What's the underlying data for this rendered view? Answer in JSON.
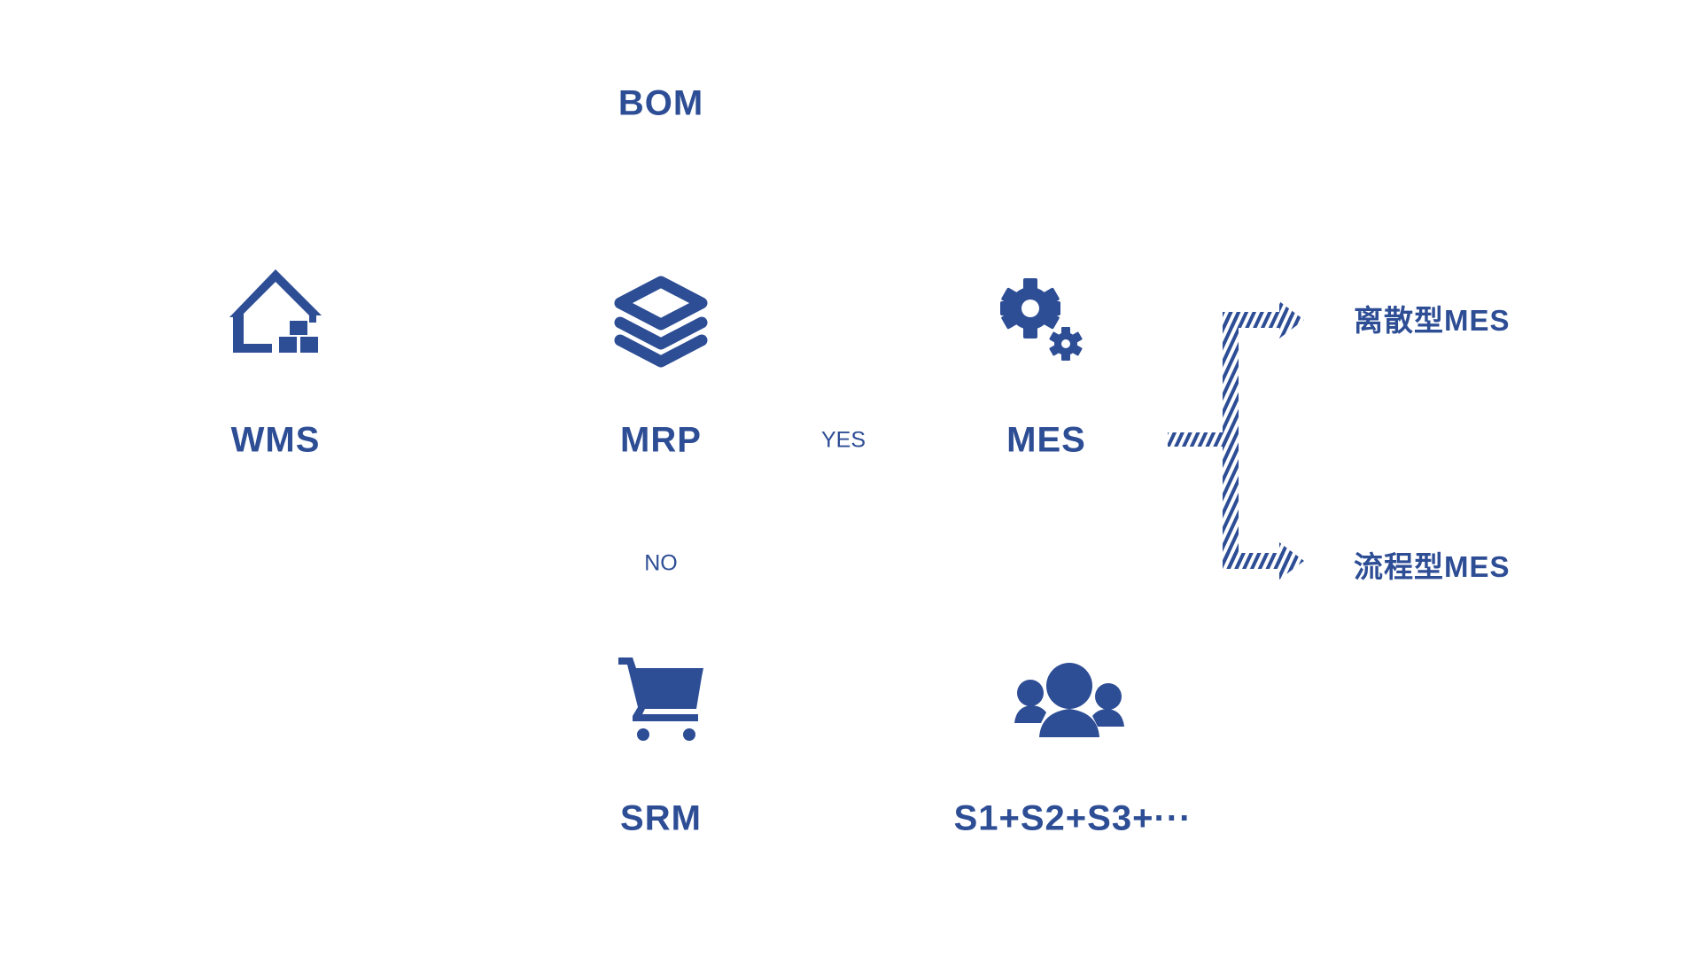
{
  "diagram": {
    "accent_color": "#2d4d95",
    "nodes": [
      {
        "id": "bom",
        "label": "BOM"
      },
      {
        "id": "wms",
        "label": "WMS",
        "icon": "warehouse-icon"
      },
      {
        "id": "mrp",
        "label": "MRP",
        "icon": "layers-icon"
      },
      {
        "id": "mes",
        "label": "MES",
        "icon": "gears-icon"
      },
      {
        "id": "srm",
        "label": "SRM",
        "icon": "shopping-cart-icon"
      },
      {
        "id": "suppliers",
        "label": "S1+S2+S3+···",
        "icon": "users-group-icon"
      }
    ],
    "decisions": {
      "yes": "YES",
      "no": "NO"
    },
    "branches": [
      {
        "label": "离散型MES"
      },
      {
        "label": "流程型MES"
      }
    ]
  }
}
